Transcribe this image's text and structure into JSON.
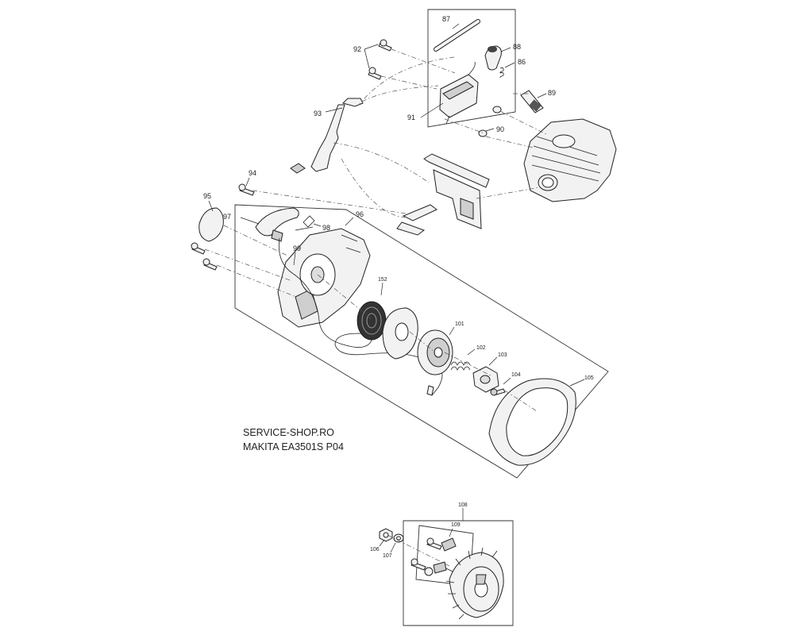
{
  "caption": {
    "line1": "SERVICE-SHOP.RO",
    "line2": "MAKITA EA3501S P04"
  },
  "callouts": {
    "p86": "86",
    "p87": "87",
    "p88": "88",
    "p89": "89",
    "p90": "90",
    "p91": "91",
    "p92": "92",
    "p93": "93",
    "p94": "94",
    "p95": "95",
    "p96": "96",
    "p97": "97",
    "p98": "98",
    "p99": "99",
    "p101": "101",
    "p102": "102",
    "p103": "103",
    "p104": "104",
    "p105": "105",
    "p106": "106",
    "p107": "107",
    "p108": "108",
    "p109": "109",
    "p152": "152"
  }
}
